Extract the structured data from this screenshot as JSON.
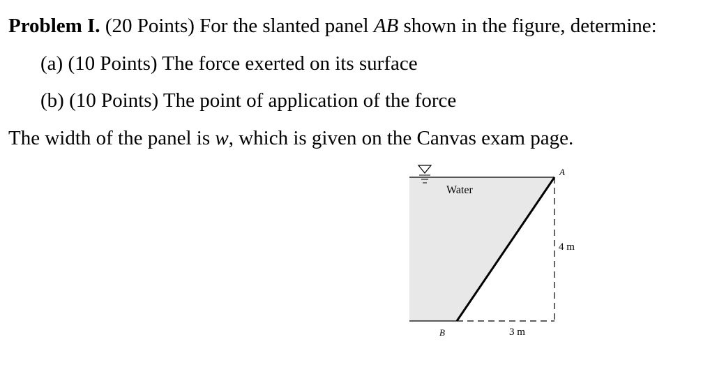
{
  "problem": {
    "heading": "Problem I.",
    "intro": "(20 Points) For the slanted panel",
    "panel_name": "AB",
    "intro_rest": "shown in the figure, determine:",
    "parts": [
      {
        "label": "(a)",
        "text": "(10 Points) The force exerted on its surface"
      },
      {
        "label": "(b)",
        "text": "(10 Points) The point of application of the force"
      }
    ],
    "width_note_start": "The width of the panel is",
    "width_var": "w",
    "width_note_end": ", which is given on the Canvas exam page."
  },
  "figure": {
    "fluid_label": "Water",
    "point_top": "A",
    "point_bottom": "B",
    "height_dim": "4 m",
    "horizontal_dim": "3 m",
    "water_color": "#e8e8e8"
  }
}
